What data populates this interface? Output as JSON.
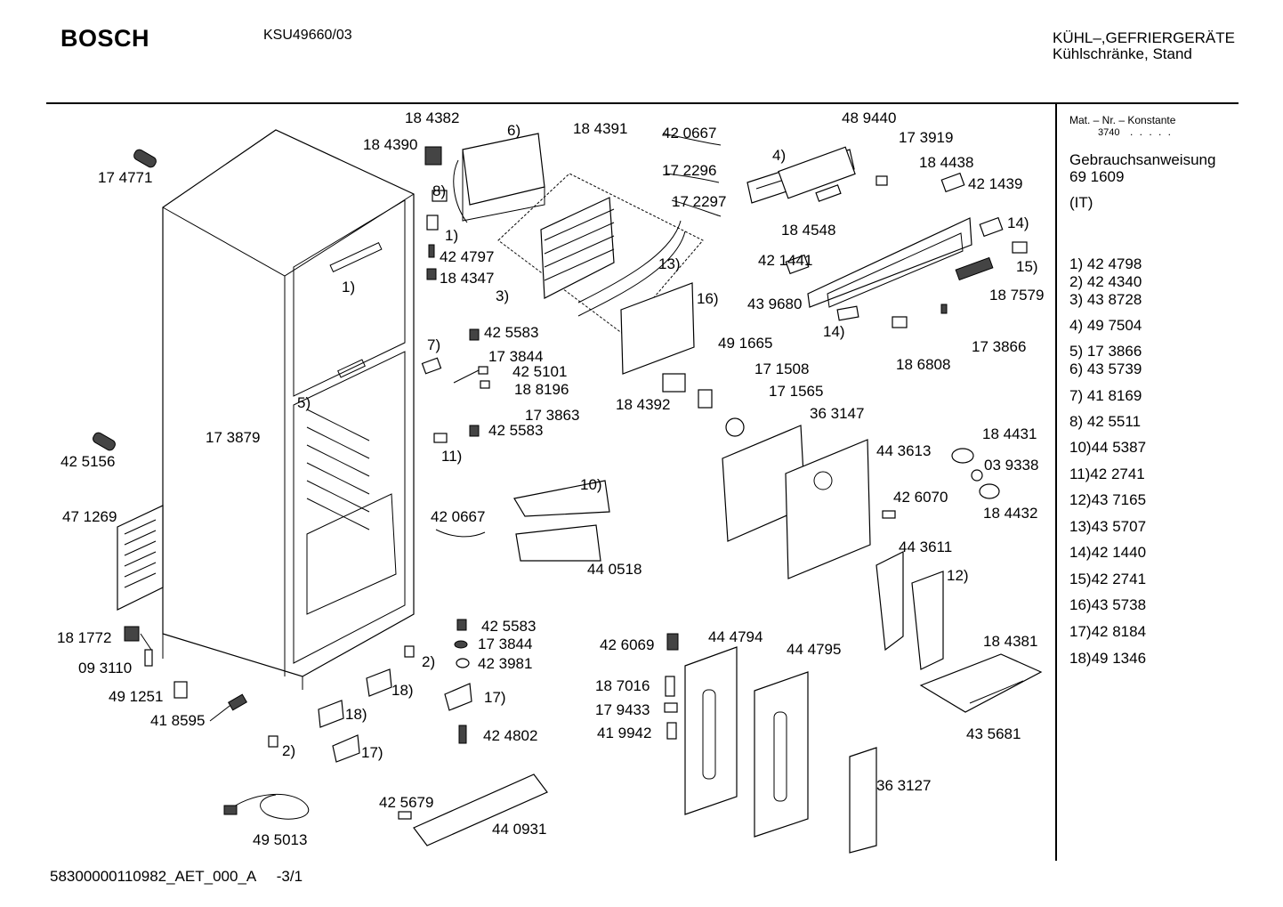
{
  "header": {
    "brand": "BOSCH",
    "model": "KSU49660/03",
    "category_line1": "KÜHL–,GEFRIERGERÄTE",
    "category_line2": "Kühlschränke, Stand"
  },
  "sidebar": {
    "mat_header": "Mat. – Nr. – Konstante",
    "constant": "3740",
    "dots": ". . . . .",
    "manual_label": "Gebrauchsanweisung",
    "manual_number": "69 1609",
    "language": "(IT)",
    "legend": [
      "1) 42 4798",
      "2) 42 4340",
      "3) 43 8728",
      "4) 49 7504",
      "5) 17 3866",
      "6) 43 5739",
      "7) 41 8169",
      "8) 42 5511",
      "10)44 5387",
      "11)42 2741",
      "12)43 7165",
      "13)43 5707",
      "14)42 1440",
      "15)42 2741",
      "16)43 5738",
      "17)42 8184",
      "18)49 1346"
    ]
  },
  "labels": {
    "p174771": "17 4771",
    "p184382": "18 4382",
    "p184390": "18 4390",
    "c6": "6)",
    "c8": "8)",
    "c1a": "1)",
    "p424797": "42 4797",
    "p184347": "18 4347",
    "c1b": "1)",
    "p184391": "18 4391",
    "p420667a": "42 0667",
    "p172296": "17 2296",
    "p172297": "17 2297",
    "c13": "13)",
    "c3": "3)",
    "c16": "16)",
    "p489440": "48 9440",
    "c4": "4)",
    "p173919": "17 3919",
    "p184438": "18 4438",
    "p421439": "42 1439",
    "p184548": "18 4548",
    "c14a": "14)",
    "c15": "15)",
    "p421441": "42 1441",
    "p187579": "18 7579",
    "p439680": "43 9680",
    "c14b": "14)",
    "p173866": "17 3866",
    "p186808": "18 6808",
    "p425583a": "42 5583",
    "c7": "7)",
    "p173844a": "17 3844",
    "p425101": "42 5101",
    "p188196": "18 8196",
    "p173863": "17 3863",
    "p425583b": "42 5583",
    "c11": "11)",
    "c5": "5)",
    "p173879": "17 3879",
    "p425156": "42 5156",
    "p491665": "49 1665",
    "p171508": "17 1508",
    "p171565": "17 1565",
    "p184392": "18 4392",
    "p363147": "36 3147",
    "p443613": "44 3613",
    "p184431": "18 4431",
    "p039338": "03 9338",
    "p184432": "18 4432",
    "p426070": "42 6070",
    "c10": "10)",
    "p420667b": "42 0667",
    "p440518": "44 0518",
    "p471269": "47 1269",
    "p443611": "44 3611",
    "c12": "12)",
    "p184381": "18 4381",
    "p435681": "43 5681",
    "p181772": "18 1772",
    "p093110": "09 3110",
    "p491251": "49 1251",
    "p418595": "41 8595",
    "p425583c": "42 5583",
    "p173844b": "17 3844",
    "p423981": "42 3981",
    "c2a": "2)",
    "c18a": "18)",
    "c17a": "17)",
    "c18b": "18)",
    "c17b": "17)",
    "c2b": "2)",
    "p424802": "42 4802",
    "p426069": "42 6069",
    "p444794": "44 4794",
    "p444795": "44 4795",
    "p187016": "18 7016",
    "p179433": "17 9433",
    "p419942": "41 9942",
    "p363127": "36 3127",
    "p425679": "42 5679",
    "p440931": "44 0931",
    "p495013": "49 5013"
  },
  "footer": {
    "doc_id": "58300000110982_AET_000_A",
    "page": "-3/1"
  }
}
